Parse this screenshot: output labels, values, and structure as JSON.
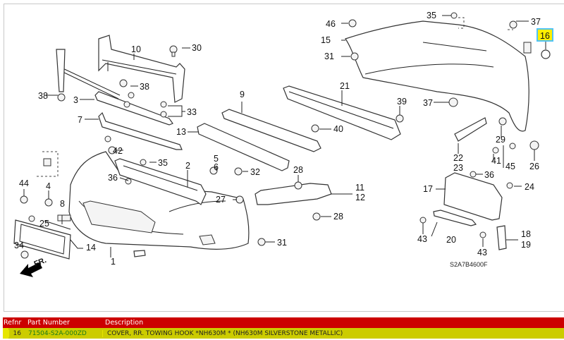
{
  "diagram": {
    "code": "S2A7B4600F",
    "direction_label": "FR.",
    "highlighted_ref": "16",
    "callouts": [
      {
        "ref": "1"
      },
      {
        "ref": "2"
      },
      {
        "ref": "3"
      },
      {
        "ref": "4"
      },
      {
        "ref": "5"
      },
      {
        "ref": "6"
      },
      {
        "ref": "7"
      },
      {
        "ref": "8"
      },
      {
        "ref": "9"
      },
      {
        "ref": "10"
      },
      {
        "ref": "11"
      },
      {
        "ref": "12"
      },
      {
        "ref": "13"
      },
      {
        "ref": "14"
      },
      {
        "ref": "15"
      },
      {
        "ref": "16"
      },
      {
        "ref": "17"
      },
      {
        "ref": "18"
      },
      {
        "ref": "19"
      },
      {
        "ref": "20"
      },
      {
        "ref": "21"
      },
      {
        "ref": "22"
      },
      {
        "ref": "23"
      },
      {
        "ref": "24"
      },
      {
        "ref": "25"
      },
      {
        "ref": "26"
      },
      {
        "ref": "27"
      },
      {
        "ref": "28"
      },
      {
        "ref": "28b"
      },
      {
        "ref": "29"
      },
      {
        "ref": "30"
      },
      {
        "ref": "31"
      },
      {
        "ref": "31b"
      },
      {
        "ref": "32"
      },
      {
        "ref": "33"
      },
      {
        "ref": "34"
      },
      {
        "ref": "35"
      },
      {
        "ref": "35b"
      },
      {
        "ref": "36"
      },
      {
        "ref": "36b"
      },
      {
        "ref": "37"
      },
      {
        "ref": "37b"
      },
      {
        "ref": "38"
      },
      {
        "ref": "38b"
      },
      {
        "ref": "39"
      },
      {
        "ref": "40"
      },
      {
        "ref": "41"
      },
      {
        "ref": "42"
      },
      {
        "ref": "43"
      },
      {
        "ref": "43b"
      },
      {
        "ref": "44"
      },
      {
        "ref": "45"
      },
      {
        "ref": "46"
      }
    ],
    "labels": {
      "l1": "1",
      "l2": "2",
      "l3": "3",
      "l4": "4",
      "l5": "5",
      "l6": "6",
      "l7": "7",
      "l8": "8",
      "l9": "9",
      "l10": "10",
      "l11": "11",
      "l12": "12",
      "l13": "13",
      "l14": "14",
      "l15": "15",
      "l16": "16",
      "l17": "17",
      "l18": "18",
      "l19": "19",
      "l20": "20",
      "l21": "21",
      "l22": "22",
      "l23": "23",
      "l24": "24",
      "l25": "25",
      "l26": "26",
      "l27": "27",
      "l28a": "28",
      "l28b": "28",
      "l29": "29",
      "l30": "30",
      "l31a": "31",
      "l31b": "31",
      "l32": "32",
      "l33": "33",
      "l34": "34",
      "l35a": "35",
      "l35b": "35",
      "l36a": "36",
      "l36b": "36",
      "l37a": "37",
      "l37b": "37",
      "l38a": "38",
      "l38b": "38",
      "l39": "39",
      "l40": "40",
      "l41": "41",
      "l42": "42",
      "l43a": "43",
      "l43b": "43",
      "l44": "44",
      "l45": "45",
      "l46": "46"
    }
  },
  "parts_table": {
    "headers": {
      "refnr": "Refnr",
      "part_number": "Part Number",
      "description": "Description"
    },
    "rows": [
      {
        "refnr": "16",
        "part_number": "71504-S2A-000ZD",
        "description": "COVER, RR. TOWING HOOK *NH630M * (NH630M SILVERSTONE METALLIC)"
      }
    ]
  },
  "colors": {
    "header_bg": "#cc0000",
    "selected_row_bg": "#cccc00",
    "part_number_text": "#1a7a1a",
    "highlight_box": "#ffee00",
    "highlight_border": "#4fc3f7"
  }
}
